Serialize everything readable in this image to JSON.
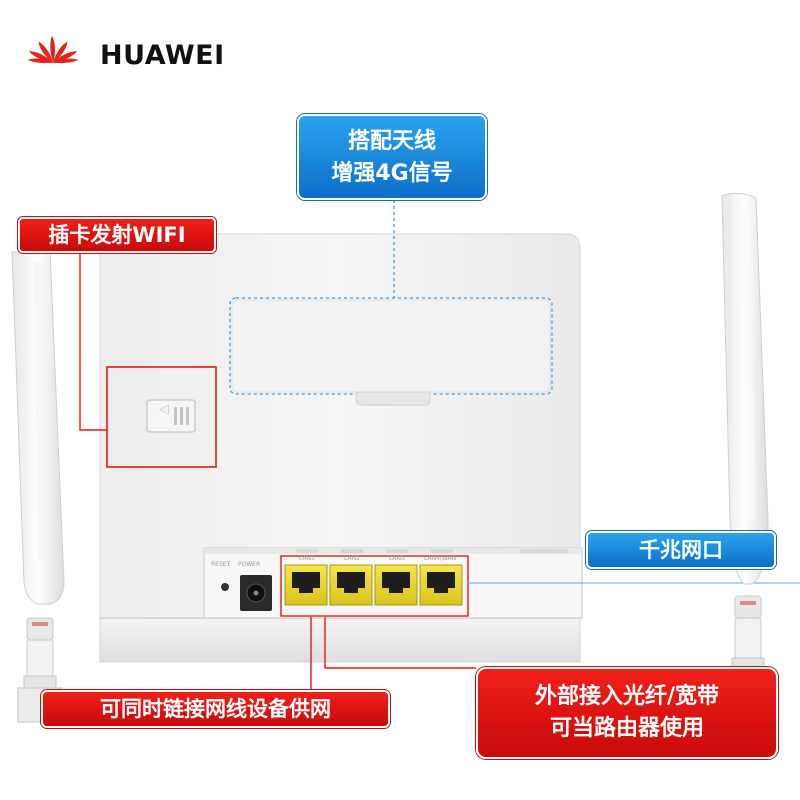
{
  "brand": {
    "name": "HUAWEI",
    "color": "#e1251b",
    "logo_icon": "huawei-flower-icon"
  },
  "callouts": {
    "antenna": {
      "line1": "搭配天线",
      "line2": "增强4G信号",
      "color": "#1a8be0"
    },
    "wifi": {
      "text": "插卡发射WIFI",
      "color": "#e51a14"
    },
    "gigabit": {
      "text": "千兆网口",
      "color": "#1a8be0"
    },
    "lan": {
      "text": "可同时链接网线设备供网",
      "color": "#e51a14"
    },
    "wan": {
      "line1": "外部接入光纤/宽带",
      "line2": "可当路由器使用",
      "color": "#e51a14"
    }
  },
  "device": {
    "port_labels": [
      "RESET",
      "POWER",
      "LAN1",
      "LAN2",
      "LAN3",
      "LAN4/WAN"
    ],
    "body_color": "#f1f1f1",
    "port_accent_color": "#f2df2a"
  }
}
